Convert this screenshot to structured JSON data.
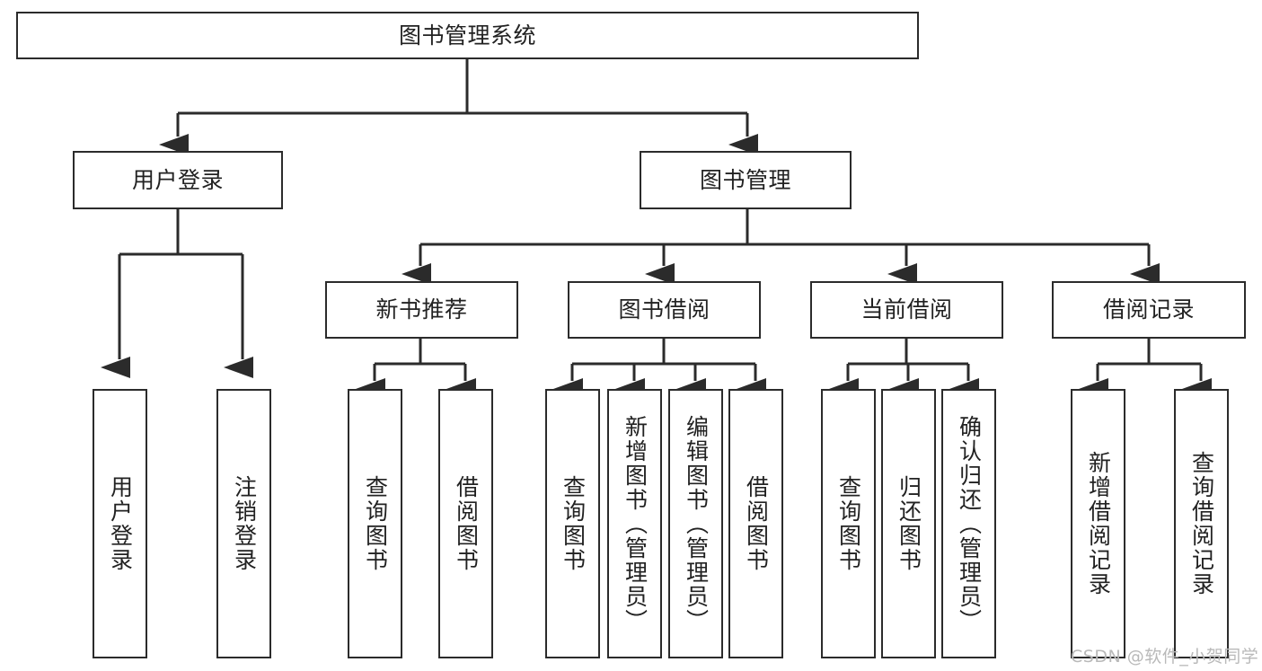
{
  "diagram": {
    "type": "tree-hierarchy",
    "title": "图书管理系统",
    "colors": {
      "stroke": "#2b2b2b",
      "fill": "#ffffff",
      "text": "#222222",
      "watermark": "#b9b9b9"
    },
    "root": {
      "label": "图书管理系统"
    },
    "level2": [
      {
        "label": "用户登录"
      },
      {
        "label": "图书管理"
      }
    ],
    "level3": [
      {
        "label": "新书推荐"
      },
      {
        "label": "图书借阅"
      },
      {
        "label": "当前借阅"
      },
      {
        "label": "借阅记录"
      }
    ],
    "leaves": {
      "user_login": [
        {
          "label": "用户登录"
        },
        {
          "label": "注销登录"
        }
      ],
      "new_book": [
        {
          "label": "查询图书"
        },
        {
          "label": "借阅图书"
        }
      ],
      "book_borrow": [
        {
          "label": "查询图书"
        },
        {
          "label": "新增图书（管理员）"
        },
        {
          "label": "编辑图书（管理员）"
        },
        {
          "label": "借阅图书"
        }
      ],
      "current_borrow": [
        {
          "label": "查询图书"
        },
        {
          "label": "归还图书"
        },
        {
          "label": "确认归还（管理员）"
        }
      ],
      "borrow_record": [
        {
          "label": "新增借阅记录"
        },
        {
          "label": "查询借阅记录"
        }
      ]
    },
    "watermark": {
      "text": "CSDN @软件_小贺同学"
    }
  }
}
